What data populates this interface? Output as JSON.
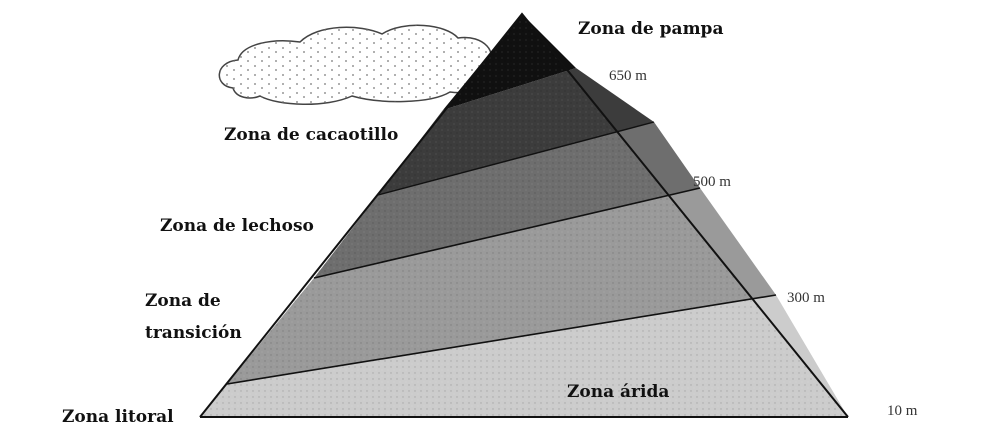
{
  "zones": {
    "pampa": "Zona de pampa",
    "cacaotillo": "Zona de cacaotillo",
    "lechoso": "Zona de lechoso",
    "transicion_line1": "Zona de",
    "transicion_line2": "transición",
    "arida": "Zona árida",
    "litoral": "Zona litoral"
  },
  "altitudes": {
    "a650": "650 m",
    "a500": "500 m",
    "a300": "300 m",
    "a10": "10 m"
  },
  "colors": {
    "pampa": "#101010",
    "cacaotillo": "#3c3c3c",
    "lechoso": "#6e6e6e",
    "transicion": "#9a9a9a",
    "arida": "#cccccc",
    "outline": "#111111"
  }
}
